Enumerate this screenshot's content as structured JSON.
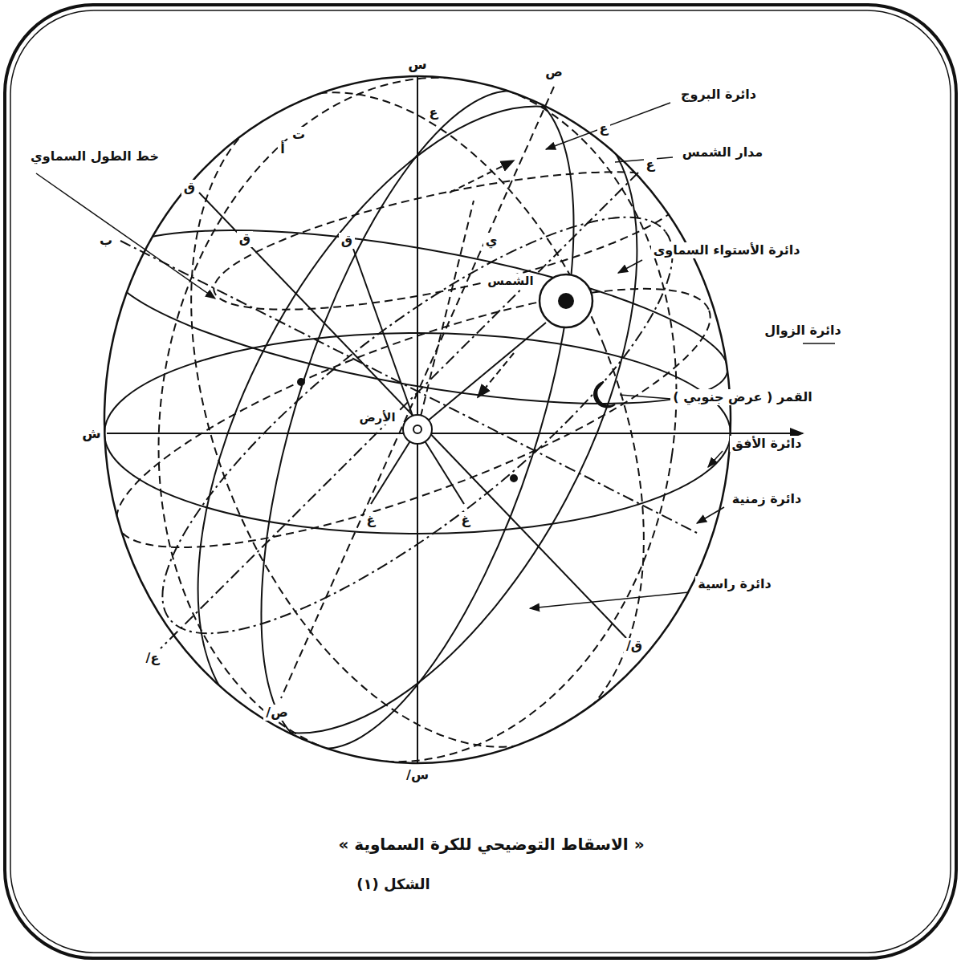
{
  "diagram": {
    "caption": "« الاسقاط التوضيحي للكرة السماوية »",
    "labels": [
      "دائرة البروج",
      "مدار الشمس",
      "دائرة الأستواء السماوى",
      "دائرة الزوال",
      "القمر ( عرض جنوبي )",
      "دائرة الأفق",
      "دائرة زمنية",
      "دائرة راسية",
      "خط الطول السماوي",
      "الشمس",
      "الأرض",
      "س",
      "ع",
      "ص",
      "ع",
      "ع",
      "ت",
      "أ",
      "ق",
      "ب",
      "ق",
      "ق",
      "ي",
      "ش",
      "غ",
      "غ",
      "ع/",
      "ص/",
      "س/",
      "ق/",
      "الشكل (١)"
    ]
  }
}
